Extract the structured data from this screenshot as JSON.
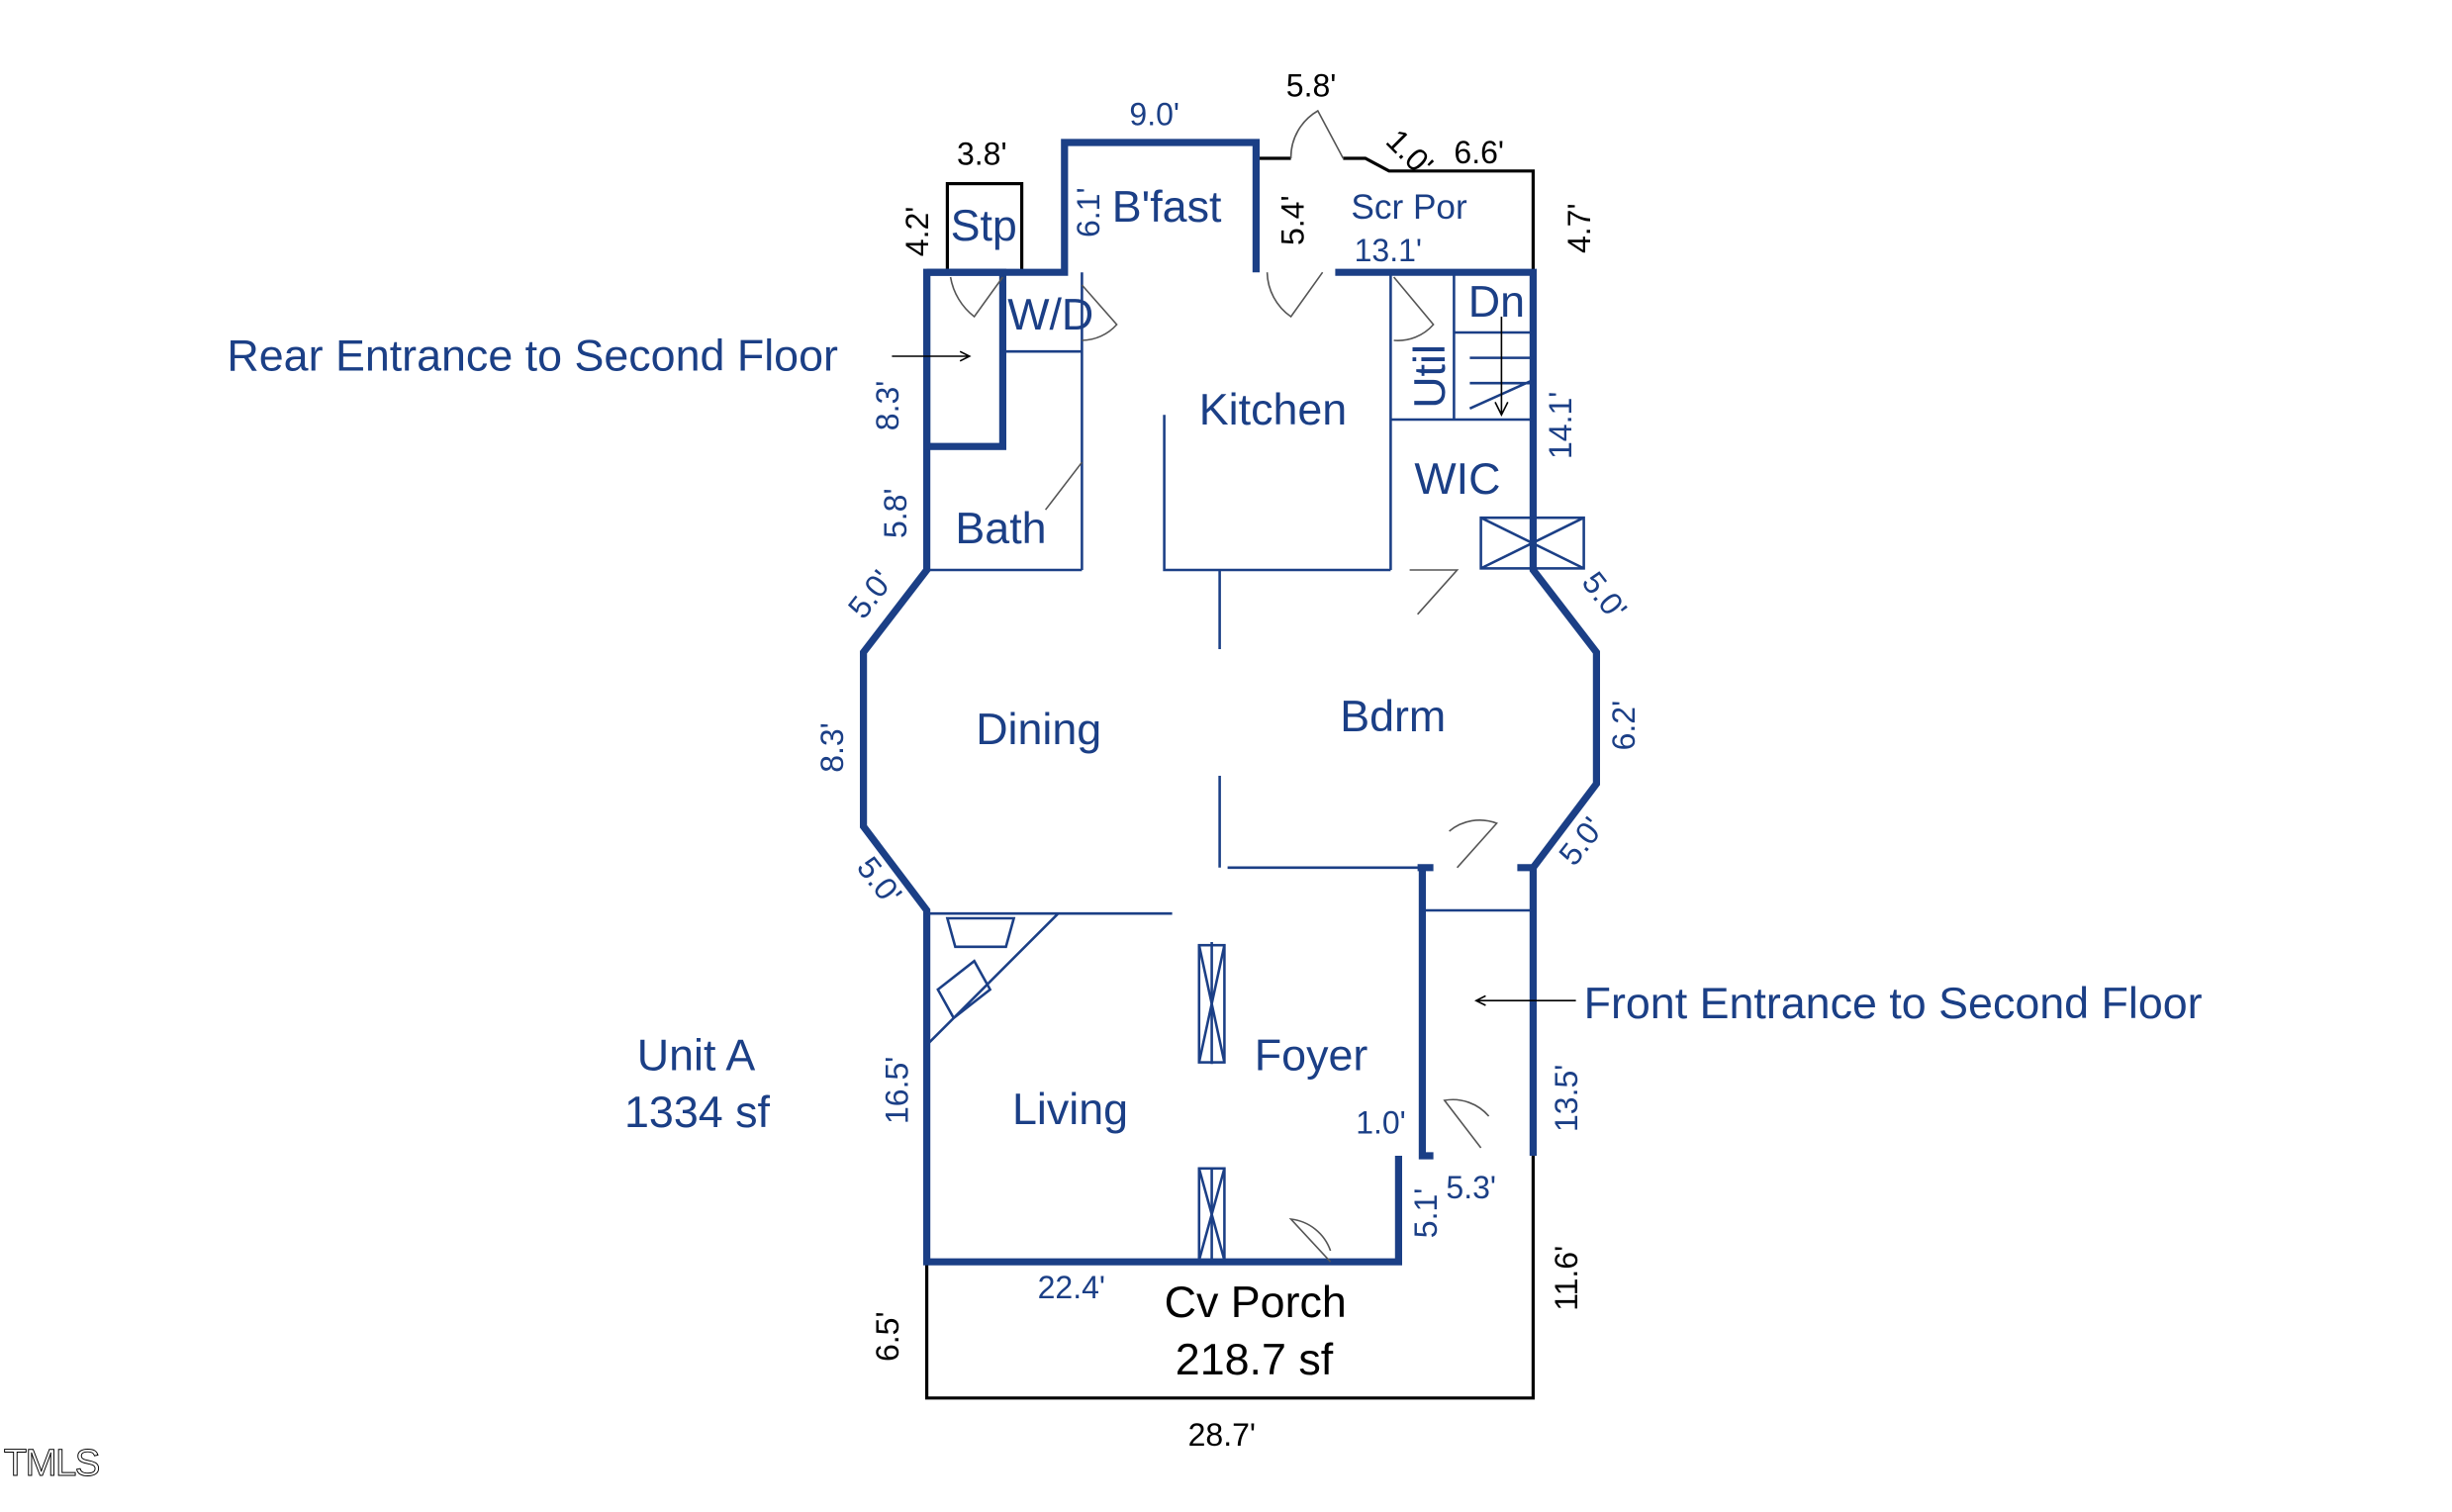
{
  "unit": {
    "name": "Unit A",
    "area": "1334 sf"
  },
  "rooms": {
    "stp": "Stp",
    "bfast": "B'fast",
    "scr_por": "Scr Por",
    "wd": "W/D",
    "kitchen": "Kitchen",
    "util": "Util",
    "dn": "Dn",
    "wic": "WIC",
    "bath": "Bath",
    "dining": "Dining",
    "bdrm": "Bdrm",
    "foyer": "Foyer",
    "living": "Living",
    "cv_porch": "Cv Porch",
    "cv_porch_area": "218.7 sf"
  },
  "annotations": {
    "rear": "Rear Entrance to Second Floor",
    "front": "Front Entrance to Second Floor"
  },
  "dimensions": {
    "d_3_8": "3.8'",
    "d_4_2": "4.2'",
    "d_9_0": "9.0'",
    "d_6_1": "6.1'",
    "d_5_8_top": "5.8'",
    "d_1_0_top": "1.0'",
    "d_6_6": "6.6'",
    "d_5_4": "5.4'",
    "d_13_1": "13.1'",
    "d_4_7": "4.7'",
    "d_8_3_rear": "8.3'",
    "d_14_1": "14.1'",
    "d_5_8_bath": "5.8'",
    "d_5_0_a": "5.0'",
    "d_5_0_b": "5.0'",
    "d_8_3_dining": "8.3'",
    "d_6_2": "6.2'",
    "d_5_0_c": "5.0'",
    "d_5_0_d": "5.0'",
    "d_16_5": "16.5'",
    "d_13_5": "13.5'",
    "d_1_0_foyer": "1.0'",
    "d_5_1": "5.1'",
    "d_5_3": "5.3'",
    "d_11_6": "11.6'",
    "d_22_4": "22.4'",
    "d_6_5": "6.5'",
    "d_28_7": "28.7'"
  },
  "watermark": "TMLS",
  "colors": {
    "wall": "#1b3f86",
    "text": "#1b3f86"
  }
}
